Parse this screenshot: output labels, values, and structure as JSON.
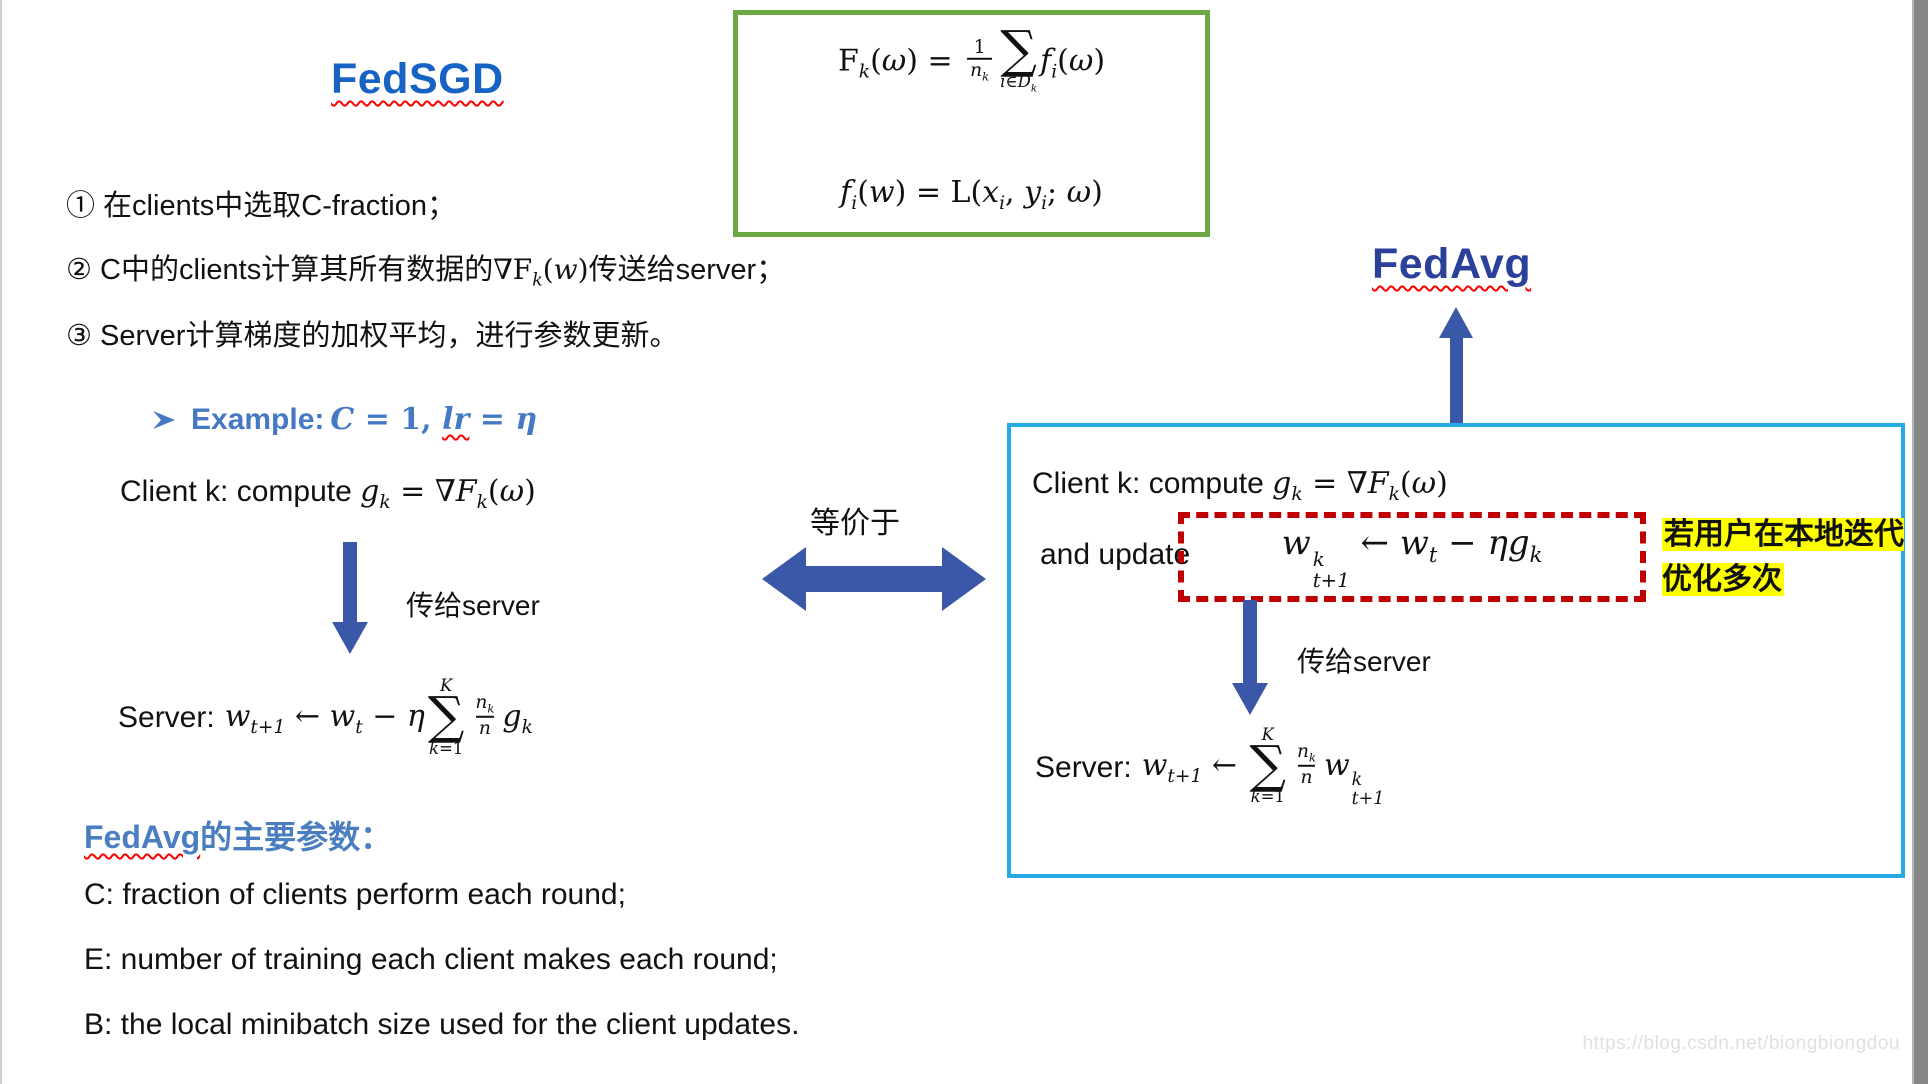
{
  "colors": {
    "fedsgd_title": "#1663c4",
    "fedavg_title": "#2b4099",
    "steel_blue": "#4679c4",
    "arrow_blue": "#3a57a8",
    "box_cyan": "#27aae4",
    "box_green": "#6ca844",
    "dash_red": "#c00000",
    "highlight_yellow": "#ffff00",
    "squiggle_red": "#ff0000"
  },
  "green_box": {
    "f1": [
      {
        "r": "F"
      },
      {
        "sb": "k"
      },
      {
        "r": "("
      },
      {
        "i": "ω"
      },
      {
        "r": ") = "
      },
      {
        "frac": {
          "n": [
            {
              "r": "1"
            }
          ],
          "d": [
            {
              "i": "n"
            },
            {
              "sb": "k"
            }
          ]
        }
      },
      {
        "sum": {
          "top": [],
          "bot": [
            {
              "i": "i"
            },
            {
              "r": "∈"
            },
            {
              "i": "D"
            },
            {
              "sb": "k"
            }
          ]
        }
      },
      {
        "i": "f"
      },
      {
        "sb": "i"
      },
      {
        "r": "("
      },
      {
        "i": "ω"
      },
      {
        "r": ")"
      }
    ],
    "f2": [
      {
        "i": "f"
      },
      {
        "sb": "i"
      },
      {
        "r": "("
      },
      {
        "i": "w"
      },
      {
        "r": ") = L("
      },
      {
        "i": "x"
      },
      {
        "sb": "i"
      },
      {
        "r": ", "
      },
      {
        "i": "y"
      },
      {
        "sb": "i"
      },
      {
        "r": "; "
      },
      {
        "i": "ω"
      },
      {
        "r": ")"
      }
    ]
  },
  "fedsgd": {
    "title": "FedSGD",
    "steps": [
      {
        "pre": "① 在clients中选取C-fraction；",
        "math": [],
        "post": ""
      },
      {
        "pre": "② C中的clients计算其所有数据的",
        "math": [
          {
            "r": "∇F"
          },
          {
            "sb": "k"
          },
          {
            "r": "("
          },
          {
            "i": "w"
          },
          {
            "r": ")"
          }
        ],
        "post": "传送给server；"
      },
      {
        "pre": "③ Server计算梯度的加权平均，进行参数更新。",
        "math": [],
        "post": ""
      }
    ],
    "example": {
      "label": "Example: ",
      "math": [
        {
          "i": "C"
        },
        {
          "r": " = 1, "
        },
        {
          "i": "lr",
          "u": true
        },
        {
          "r": " = "
        },
        {
          "i": "η"
        }
      ]
    },
    "client": {
      "label": "Client k: compute ",
      "math": [
        {
          "i": "g"
        },
        {
          "sb": "k"
        },
        {
          "r": " = "
        },
        {
          "i": "∇F"
        },
        {
          "sb": "k"
        },
        {
          "r": "("
        },
        {
          "i": "ω"
        },
        {
          "r": ")"
        }
      ]
    },
    "send_label": "传给server",
    "server": {
      "label": "Server:  ",
      "math": [
        {
          "i": "w"
        },
        {
          "sb": "t+1"
        },
        {
          "r": " ← "
        },
        {
          "i": "w"
        },
        {
          "sb": "t"
        },
        {
          "r": " − "
        },
        {
          "i": "η"
        },
        {
          "sum": {
            "top": [
              {
                "i": "K"
              }
            ],
            "bot": [
              {
                "i": "k"
              },
              {
                "r": "=1"
              }
            ]
          }
        },
        {
          "frac": {
            "n": [
              {
                "i": "n"
              },
              {
                "sb": "k"
              }
            ],
            "d": [
              {
                "i": "n"
              }
            ]
          }
        },
        {
          "i": "g"
        },
        {
          "sb": "k"
        }
      ]
    }
  },
  "equiv": {
    "label": "等价于"
  },
  "fedavg": {
    "title": "FedAvg",
    "client": {
      "label": "Client k: compute ",
      "math": [
        {
          "i": "g"
        },
        {
          "sb": "k"
        },
        {
          "r": " = "
        },
        {
          "i": "∇F"
        },
        {
          "sb": "k"
        },
        {
          "r": "("
        },
        {
          "i": "ω"
        },
        {
          "r": ")"
        }
      ]
    },
    "update_label": "and update",
    "update_math": [
      {
        "i": "w"
      },
      {
        "ss": {
          "sup": "k",
          "sub": "t+1"
        }
      },
      {
        "r": " ← "
      },
      {
        "i": "w"
      },
      {
        "sb": "t"
      },
      {
        "r": " − "
      },
      {
        "i": "η"
      },
      {
        "i": "g"
      },
      {
        "sb": "k"
      }
    ],
    "note": "若用户在本地迭代优化多次",
    "send_label": "传给server",
    "server": {
      "label": "Server:  ",
      "math": [
        {
          "i": "w"
        },
        {
          "sb": "t+1"
        },
        {
          "r": " ← "
        },
        {
          "sum": {
            "top": [
              {
                "i": "K"
              }
            ],
            "bot": [
              {
                "i": "k"
              },
              {
                "r": "=1"
              }
            ]
          }
        },
        {
          "frac": {
            "n": [
              {
                "i": "n"
              },
              {
                "sb": "k"
              }
            ],
            "d": [
              {
                "i": "n"
              }
            ]
          }
        },
        {
          "i": "w"
        },
        {
          "ss": {
            "sup": "k",
            "sub": "t+1"
          }
        }
      ]
    }
  },
  "params": {
    "heading_wavy": "FedAvg",
    "heading_rest": "的主要参数：",
    "items": [
      "C: fraction of clients perform each round;",
      "E: number of training each client makes each round;",
      "B: the local minibatch size used for the client updates."
    ]
  },
  "watermark": "https://blog.csdn.net/biongbiongdou"
}
